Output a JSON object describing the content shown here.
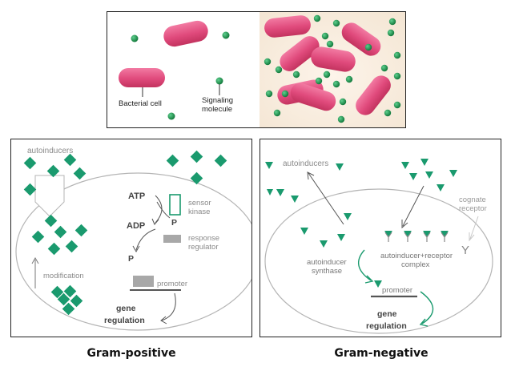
{
  "top_panel": {
    "bacterial_cell_label": "Bacterial cell",
    "signaling_label_line1": "Signaling",
    "signaling_label_line2": "molecule"
  },
  "gram_positive": {
    "caption": "Gram-positive",
    "autoinducers": "autoinducers",
    "atp": "ATP",
    "adp": "ADP",
    "p1": "P",
    "p2": "P",
    "sensor_line1": "sensor",
    "sensor_line2": "kinase",
    "response_line1": "response",
    "response_line2": "regulator",
    "promoter": "promoter",
    "modification": "modification",
    "gene_line1": "gene",
    "gene_line2": "regulation"
  },
  "gram_negative": {
    "caption": "Gram-negative",
    "autoinducers": "autoinducers",
    "cognate_line1": "cognate",
    "cognate_line2": "receptor",
    "receptor_glyph": "Y",
    "complex_line1": "autoinducer+receptor",
    "complex_line2": "complex",
    "synthase_line1": "autoinducer",
    "synthase_line2": "synthase",
    "promoter": "promoter",
    "gene_line1": "gene",
    "gene_line2": "regulation"
  },
  "colors": {
    "signal_green": "#1a9a6e",
    "bacteria_pink": "#e04a7c",
    "membrane_gray": "#b5b5b5",
    "text_gray": "#8a8a8a",
    "text_dark": "#444444"
  }
}
